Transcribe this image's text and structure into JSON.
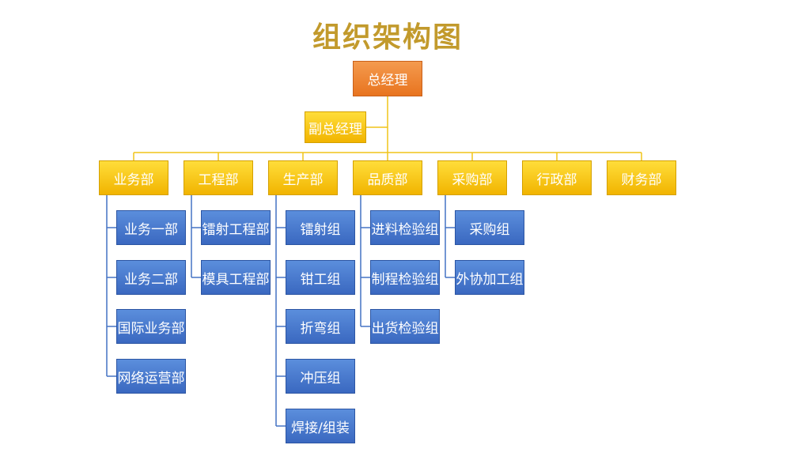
{
  "title": "组织架构图",
  "colors": {
    "title": "#c29a2c",
    "gm": "#ed7d31",
    "gold": "#ffc000",
    "blue": "#4472c4",
    "line_gold": "#f0c419",
    "line_blue": "#4472c4"
  },
  "nodes": {
    "gm": "总经理",
    "deputy": "副总经理",
    "departments": [
      "业务部",
      "工程部",
      "生产部",
      "品质部",
      "采购部",
      "行政部",
      "财务部"
    ],
    "business": [
      "业务一部",
      "业务二部",
      "国际业务部",
      "网络运营部"
    ],
    "engineering": [
      "镭射工程部",
      "模具工程部"
    ],
    "production": [
      "镭射组",
      "钳工组",
      "折弯组",
      "冲压组",
      "焊接/组装"
    ],
    "quality": [
      "进料检验组",
      "制程检验组",
      "出货检验组"
    ],
    "purchasing": [
      "采购组",
      "外协加工组"
    ]
  }
}
